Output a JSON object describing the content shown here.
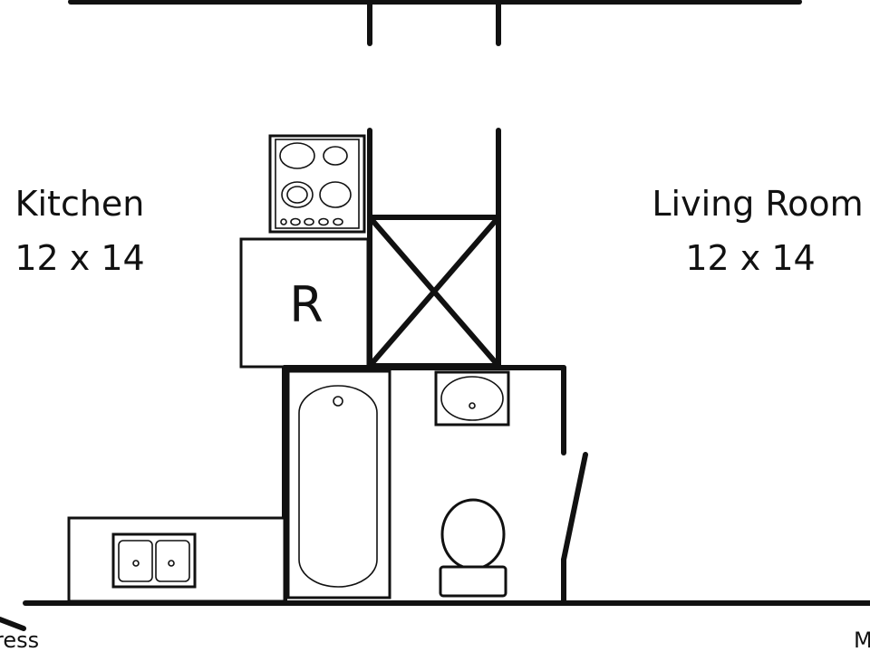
{
  "rooms": {
    "kitchen": {
      "name": "Kitchen",
      "size": "12 x 14"
    },
    "living_room": {
      "name": "Living Room",
      "size": "12 x 14"
    }
  },
  "fixtures": {
    "refrigerator": {
      "label": "R"
    }
  },
  "edge_labels": {
    "bottom_left": "ress",
    "bottom_right": "M"
  }
}
